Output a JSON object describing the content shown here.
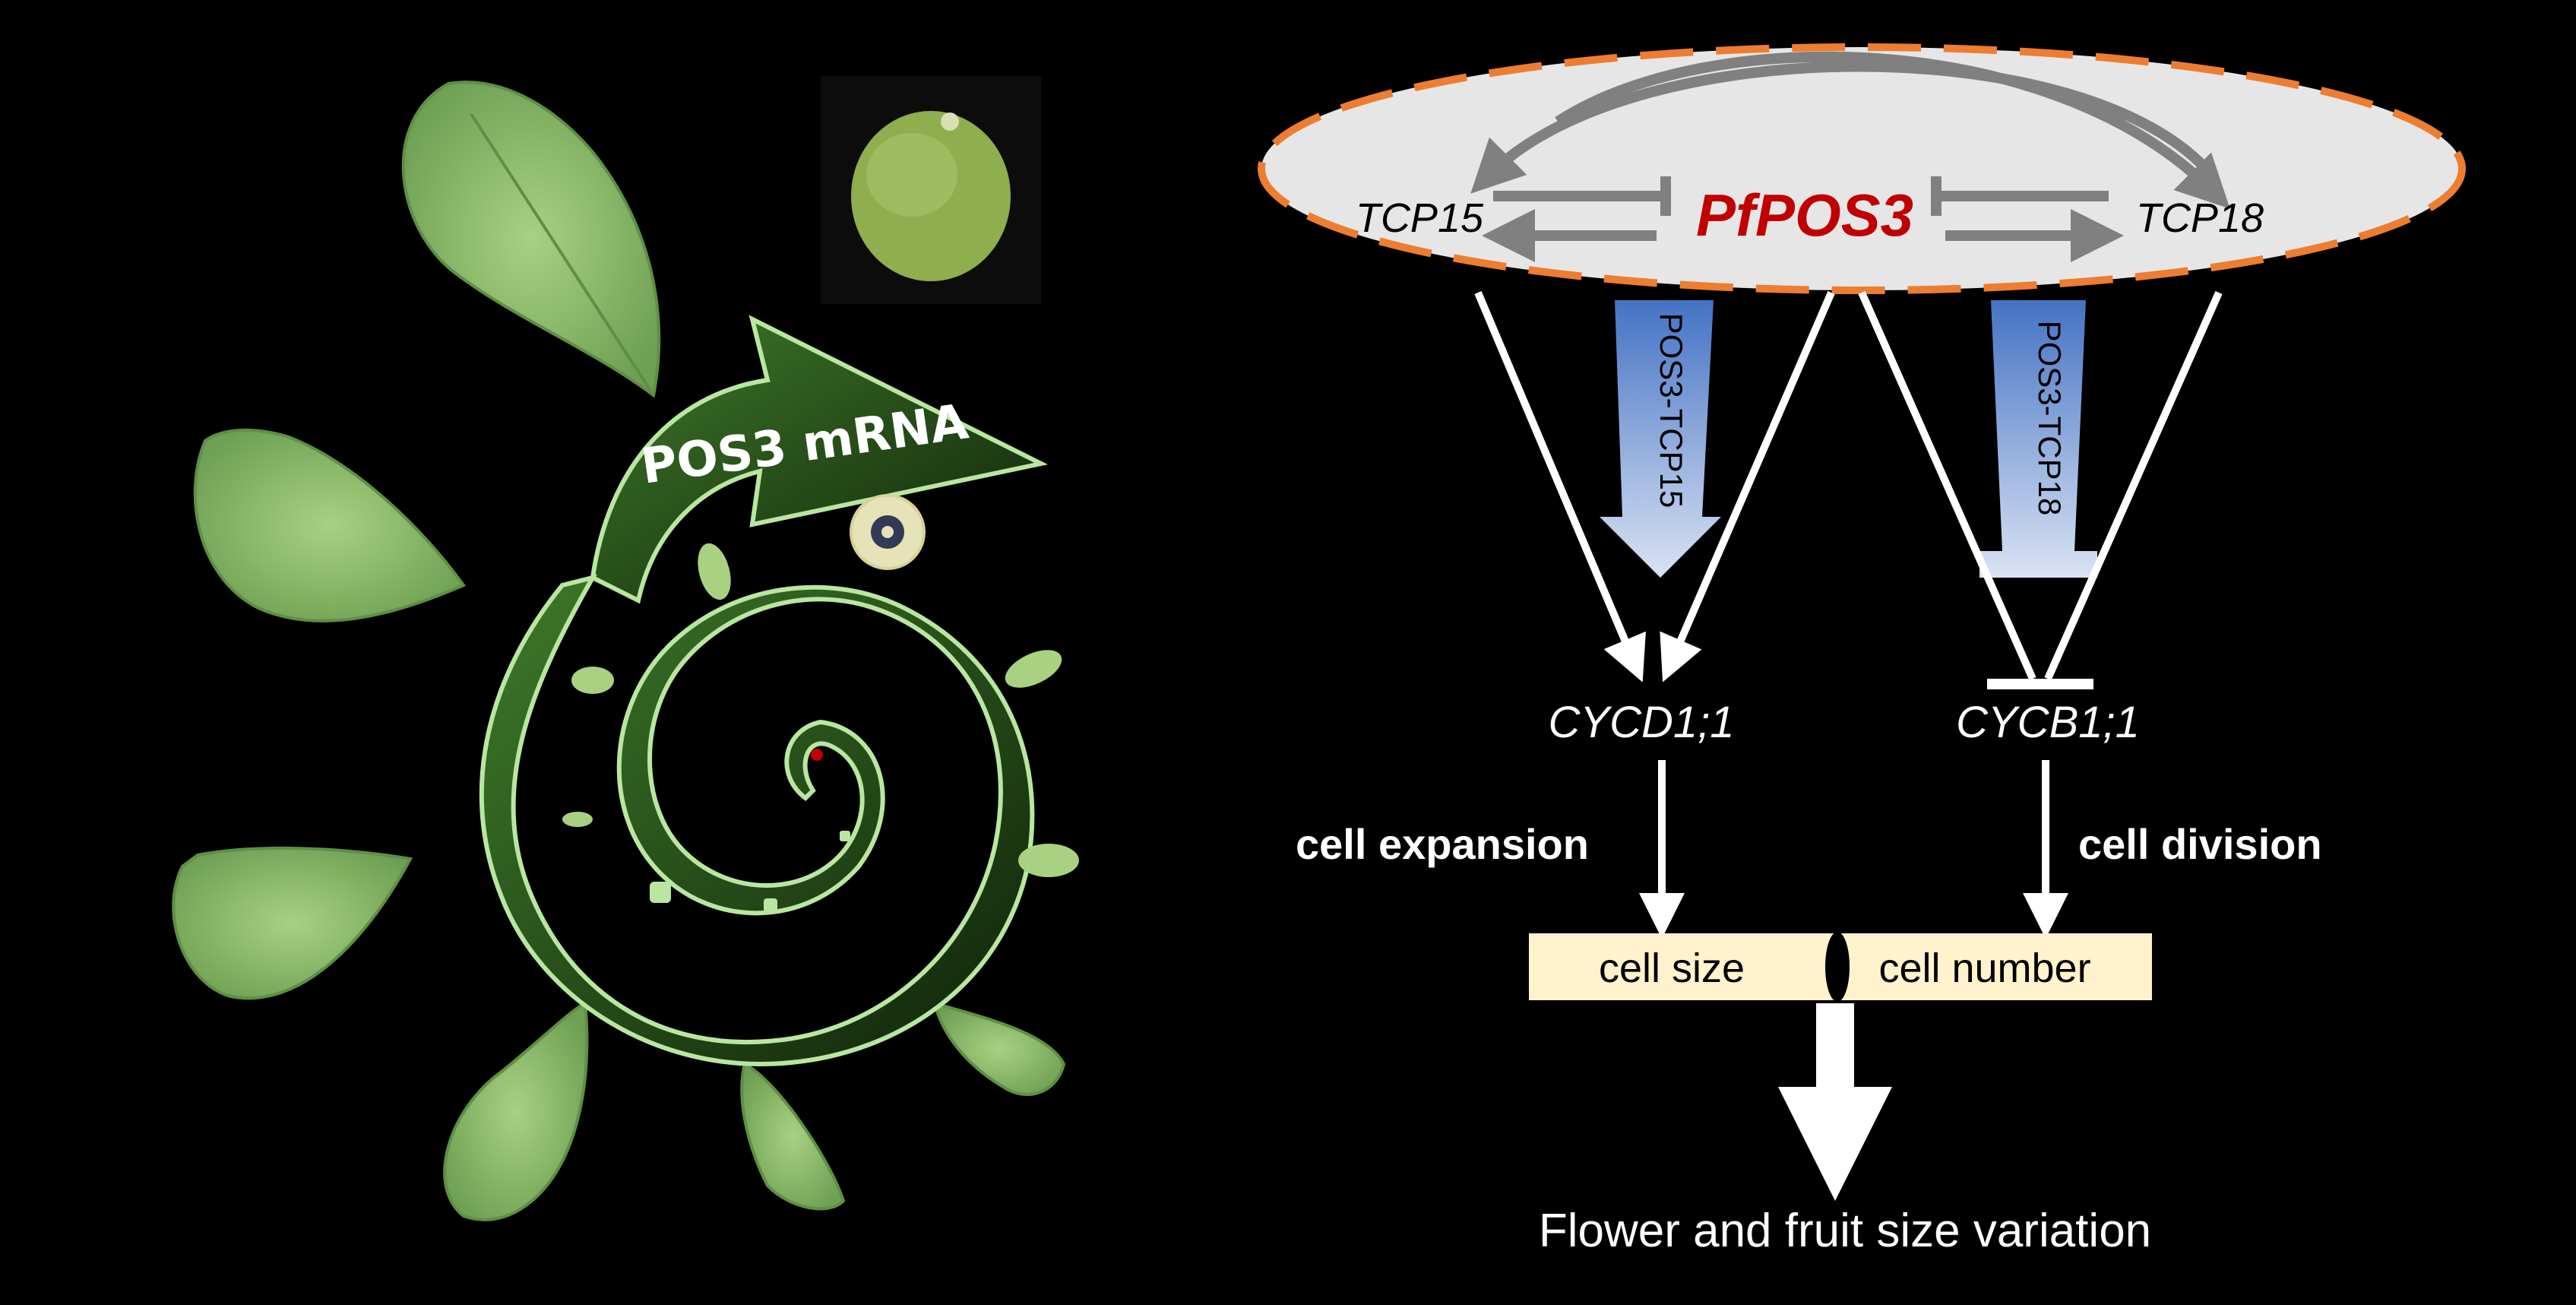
{
  "left_panel": {
    "arrow_label": "POS3 mRNA",
    "colors": {
      "leaf": "#8fbf6a",
      "leaf_dark": "#5f8f45",
      "spiral": "#b9e6a0",
      "arrow": "#3f7a2a"
    }
  },
  "network": {
    "center_gene": "PfPOS3",
    "left_gene": "TCP15",
    "right_gene": "TCP18",
    "complex_left": "POS3-TCP15",
    "complex_right": "POS3-TCP18",
    "target_left": "CYCD1;1",
    "target_right": "CYCB1;1",
    "process_left": "cell expansion",
    "process_right": "cell division",
    "outcome_left": "cell size",
    "outcome_right": "cell number",
    "conclusion": "Flower and fruit size variation",
    "colors": {
      "center_gene": "#c00000",
      "ellipse_fill": "#e6e6e6",
      "ellipse_border": "#ed7d31",
      "regulation": "#808080",
      "complex_arrow": "#4472c4",
      "box_fill": "#fff2cc"
    }
  }
}
